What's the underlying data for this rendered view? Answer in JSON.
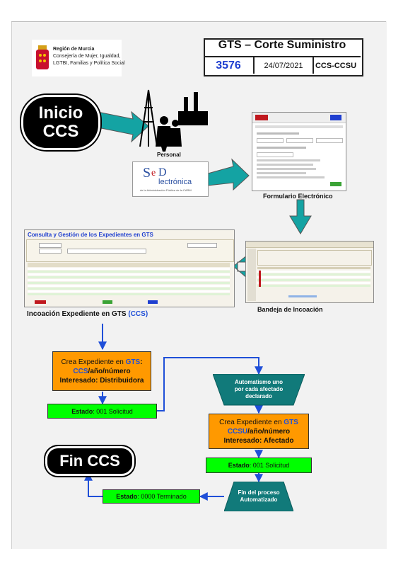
{
  "header": {
    "title": "GTS – Corte Suministro",
    "number": "3576",
    "date": "24/07/2021",
    "code": "CCS-CCSU"
  },
  "logo": {
    "line1": "Región de Murcia",
    "line2": "Consejería de Mujer, Igualdad,",
    "line3": "LGTBI, Familias y Política Social"
  },
  "start": {
    "line1": "Inicio",
    "line2": "CCS"
  },
  "end": {
    "label": "Fin CCS"
  },
  "personal_label": "Personal",
  "sede": {
    "se": "S",
    "de": "e",
    "d": "D",
    "el": "lectrónica",
    "sub": "de la Administración Pública de la CARM"
  },
  "form_label": "Formulario Electrónico",
  "bandeja_label": "Bandeja de Incoación",
  "gts_screen_title": "Consulta y Gestión de los Expedientes en GTS",
  "incoacion_label": {
    "prefix": "Incoación Expediente en GTS ",
    "suffix": "(CCS)"
  },
  "box_crea_ccs": {
    "line1_pre": "Crea Expediente en ",
    "line1_gts": "GTS",
    "line1_post": ":",
    "line2_ccs": "CCS",
    "line2_post": "/año/número",
    "line3": "Interesado: Distribuidora"
  },
  "estado_001_a": {
    "pre": "Estado",
    "post": ": 001 Solicitud"
  },
  "automatismo": {
    "line1": "Automatismo uno",
    "line2": "por cada afectado",
    "line3": "declarado"
  },
  "box_crea_ccsu": {
    "line1_pre": "Crea Expediente en ",
    "line1_gts": "GTS",
    "line2_ccsu": "CCSU",
    "line2_post": "/año/número",
    "line3": "Interesado: Afectado"
  },
  "estado_001_b": {
    "pre": "Estado",
    "post": ": 001 Solicitud"
  },
  "fin_proceso": {
    "line1": "Fin del proceso",
    "line2": "Automatizado"
  },
  "estado_terminado": {
    "pre": "Estado",
    "post": ": 0000 Terminado"
  },
  "colors": {
    "arrow_teal": "#14a3a3",
    "orange": "#ff9900",
    "green": "#00ff00",
    "blue_link": "#1f4fd8",
    "teal_box": "#117a7a"
  }
}
